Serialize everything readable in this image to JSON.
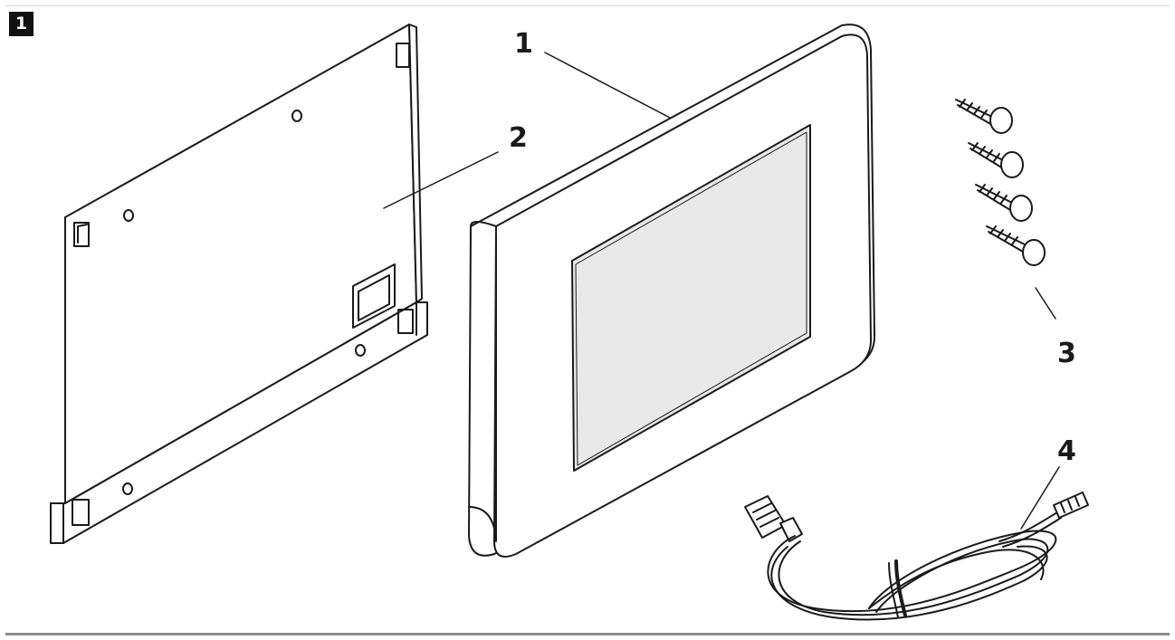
{
  "step": {
    "number": "1"
  },
  "callouts": [
    {
      "id": "panel",
      "label": "1"
    },
    {
      "id": "mounting-plate",
      "label": "2"
    },
    {
      "id": "screws",
      "label": "3"
    },
    {
      "id": "cable",
      "label": "4"
    }
  ],
  "colors": {
    "line": "#1a1a1a",
    "screen": "#e9e9e9",
    "badge": "#111111"
  }
}
